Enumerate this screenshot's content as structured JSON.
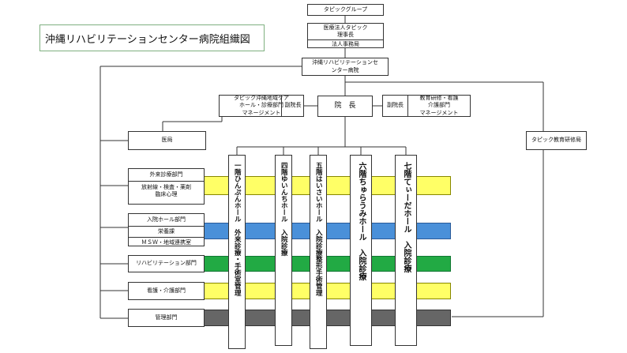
{
  "title": "沖縄リハビリテーションセンター病院組織図",
  "top": {
    "group": "タピックグループ",
    "corp": [
      "医療法人タピック",
      "理事長"
    ],
    "office": "法人事務局",
    "hospital": [
      "沖縄リハビリテーションセ",
      "ンター病院"
    ]
  },
  "mid": {
    "left_box": [
      "タピック沖縄地域ケア",
      "ホール・診療部門",
      "マネージメント"
    ],
    "left_side": "副院長",
    "director": "院　長",
    "right_side": "副院長",
    "right_box": [
      "教育研修・看護",
      "介護部門",
      "マネージメント"
    ]
  },
  "ikyoku": "医局",
  "education": "タピック教育研修局",
  "departments": {
    "outpatient": "外来診療部門",
    "radiology": [
      "放射線・検査・薬剤",
      "臨床心理"
    ],
    "inpatient": "入院ホール部門",
    "nutrition": "栄養課",
    "msw": "ＭＳＷ・地域連携室",
    "rehab": "リハビリテーション部門",
    "nursing": "看護・介護部門",
    "admin": "管理部門"
  },
  "halls": [
    "一階ひんぷんホール　外来診療・手術室管理",
    "四階ゆいんちホール　入院診療",
    "五階はいさいホール　入院診療整形手術管理",
    "六階ちゅらうみホール　入院診療",
    "七階てぃーだホール　入院診療"
  ],
  "colors": {
    "yellow": "#ffff66",
    "blue": "#4a90d9",
    "green": "#22aa44",
    "gray": "#666666"
  }
}
